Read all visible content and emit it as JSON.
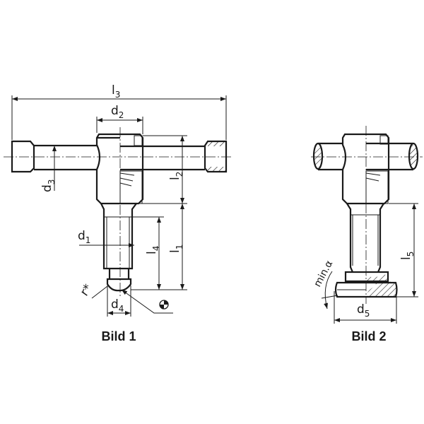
{
  "figure1": {
    "caption": "Bild 1",
    "labels": {
      "l3": {
        "main": "l",
        "sub": "3"
      },
      "d2": {
        "main": "d",
        "sub": "2"
      },
      "d3": {
        "main": "d",
        "sub": "3"
      },
      "l2": {
        "main": "l",
        "sub": "2"
      },
      "d1": {
        "main": "d",
        "sub": "1"
      },
      "l4": {
        "main": "l",
        "sub": "4"
      },
      "l1": {
        "main": "l",
        "sub": "1"
      },
      "r": "r*",
      "d4": {
        "main": "d",
        "sub": "4"
      }
    }
  },
  "figure2": {
    "caption": "Bild 2",
    "labels": {
      "min_alpha": "min.α",
      "d5": {
        "main": "d",
        "sub": "5"
      },
      "l5": {
        "main": "l",
        "sub": "5"
      }
    }
  }
}
